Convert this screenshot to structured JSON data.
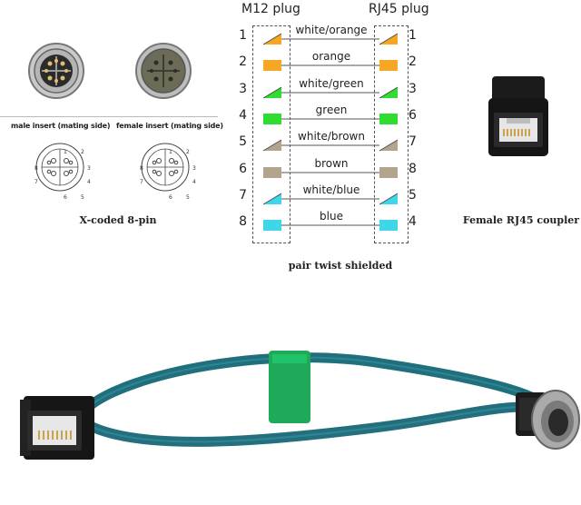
{
  "wiring": {
    "m12_header": "M12 plug",
    "rj45_header": "RJ45 plug",
    "caption": "pair twist shielded",
    "wires": [
      {
        "m12_pin": "1",
        "label": "white/orange",
        "rj45_pin": "1",
        "color": "#f6a623",
        "striped": true
      },
      {
        "m12_pin": "2",
        "label": "orange",
        "rj45_pin": "2",
        "color": "#f6a623",
        "striped": false
      },
      {
        "m12_pin": "3",
        "label": "white/green",
        "rj45_pin": "3",
        "color": "#2fdc2f",
        "striped": true
      },
      {
        "m12_pin": "4",
        "label": "green",
        "rj45_pin": "6",
        "color": "#2fdc2f",
        "striped": false
      },
      {
        "m12_pin": "5",
        "label": "white/brown",
        "rj45_pin": "7",
        "color": "#b3a48d",
        "striped": true
      },
      {
        "m12_pin": "6",
        "label": "brown",
        "rj45_pin": "8",
        "color": "#b3a48d",
        "striped": false
      },
      {
        "m12_pin": "7",
        "label": "white/blue",
        "rj45_pin": "5",
        "color": "#3fd6ec",
        "striped": true
      },
      {
        "m12_pin": "8",
        "label": "blue",
        "rj45_pin": "4",
        "color": "#3fd6ec",
        "striped": false
      }
    ]
  },
  "connectors": {
    "male_label": "male insert (mating side)",
    "female_label": "female insert (mating side)",
    "coding_caption": "X-coded 8-pin",
    "pinout_numbers": [
      "1",
      "2",
      "3",
      "4",
      "5",
      "6",
      "7",
      "8"
    ]
  },
  "coupler": {
    "caption": "Female RJ45 coupler"
  },
  "colors": {
    "cable": "#1f6f7c",
    "velcro": "#1faa5a",
    "metal": "#9a9a9a"
  }
}
